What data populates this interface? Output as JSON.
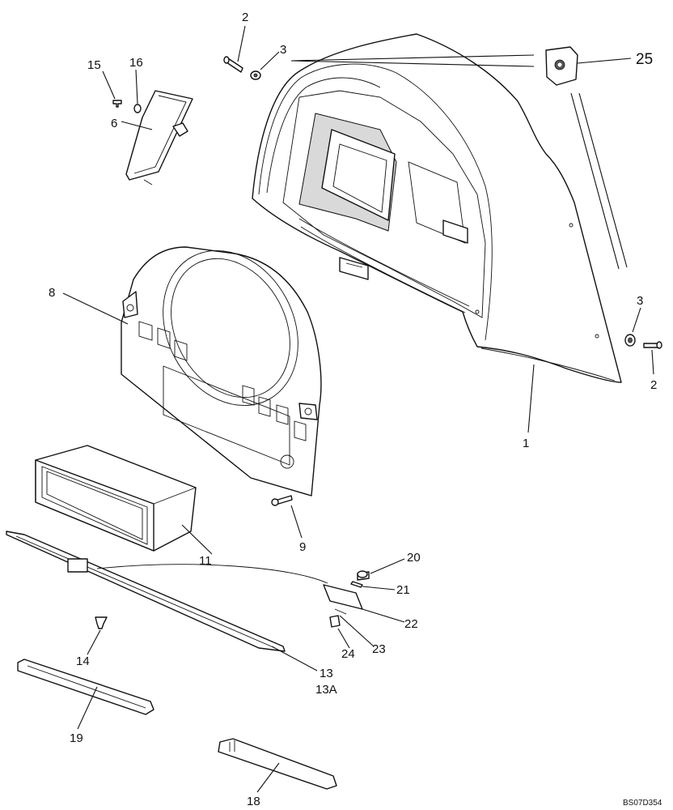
{
  "diagram": {
    "reference_code": "BS07D354",
    "callouts": {
      "c1": "1",
      "c2_top": "2",
      "c2_right": "2",
      "c3_top": "3",
      "c3_right": "3",
      "c6": "6",
      "c8": "8",
      "c9": "9",
      "c11": "11",
      "c13": "13",
      "c13a": "13A",
      "c14": "14",
      "c15": "15",
      "c16": "16",
      "c18": "18",
      "c19": "19",
      "c20": "20",
      "c21": "21",
      "c22": "22",
      "c23": "23",
      "c24": "24",
      "c25": "25"
    }
  }
}
